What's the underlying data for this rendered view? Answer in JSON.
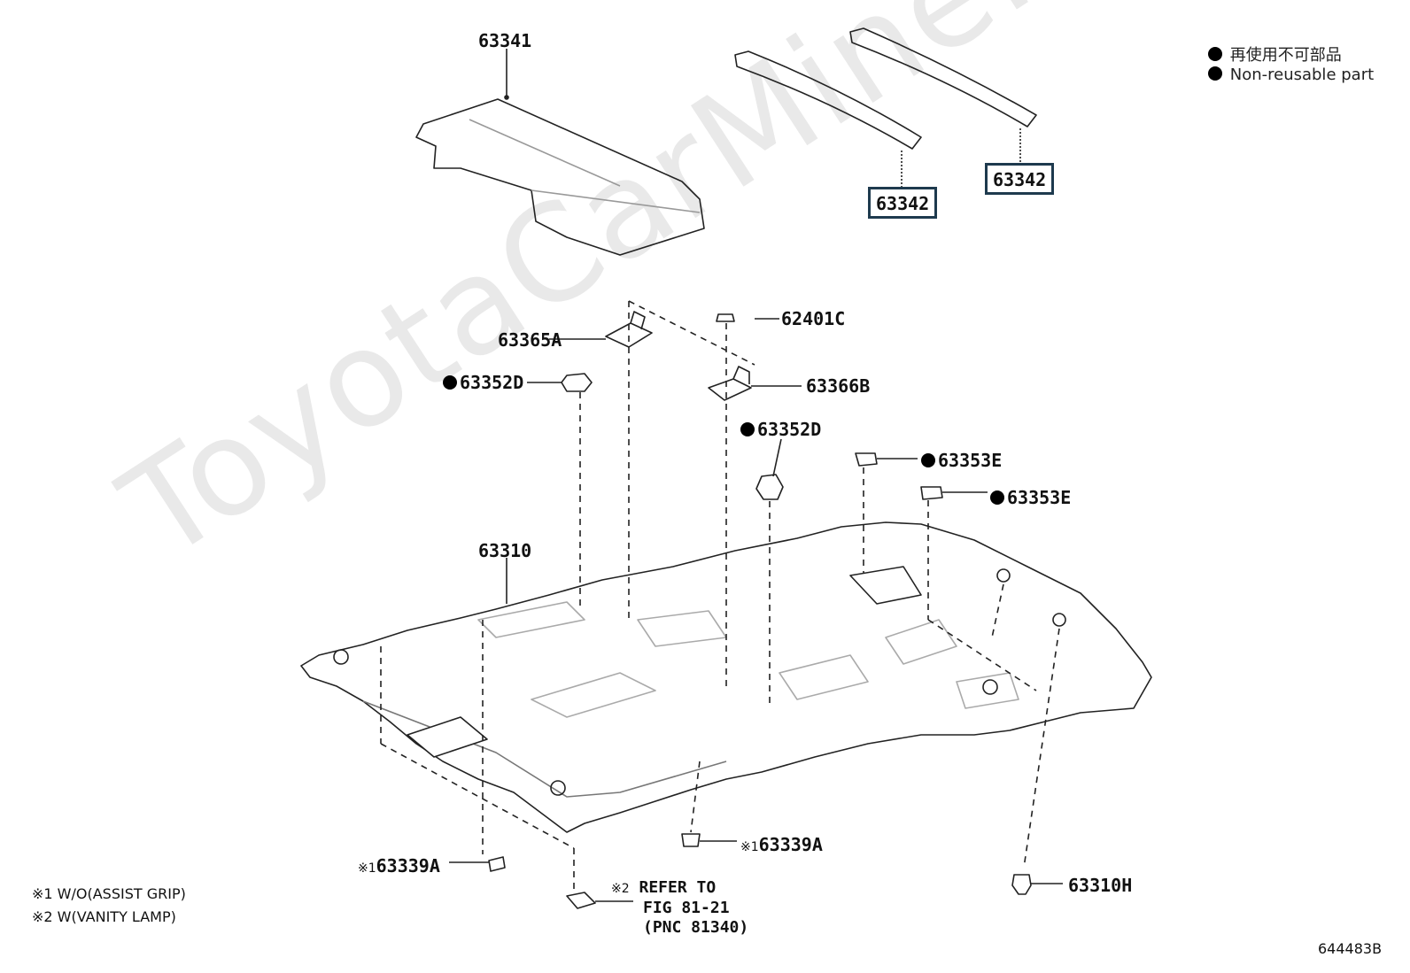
{
  "watermark": "ToyotaCarMine.ru",
  "legend": {
    "line1": "再使用不可部品",
    "line2": "Non-reusable part"
  },
  "labels": {
    "p63341": "63341",
    "p63342_a": "63342",
    "p63342_b": "63342",
    "p62401C": "62401C",
    "p63365A": "63365A",
    "p63352D_a": "63352D",
    "p63366B": "63366B",
    "p63352D_b": "63352D",
    "p63353E_a": "63353E",
    "p63353E_b": "63353E",
    "p63310": "63310",
    "p63339A_right": "63339A",
    "p63339A_left": "63339A",
    "p63310H": "63310H"
  },
  "kome": {
    "k1": "※1",
    "k2": "※2"
  },
  "refer": {
    "line1": "REFER TO",
    "line2": "FIG 81-21",
    "line3": "(PNC 81340)"
  },
  "notes": {
    "n1": "※1 W/O(ASSIST GRIP)",
    "n2": "※2 W(VANITY LAMP)"
  },
  "diagram_id": "644483B"
}
